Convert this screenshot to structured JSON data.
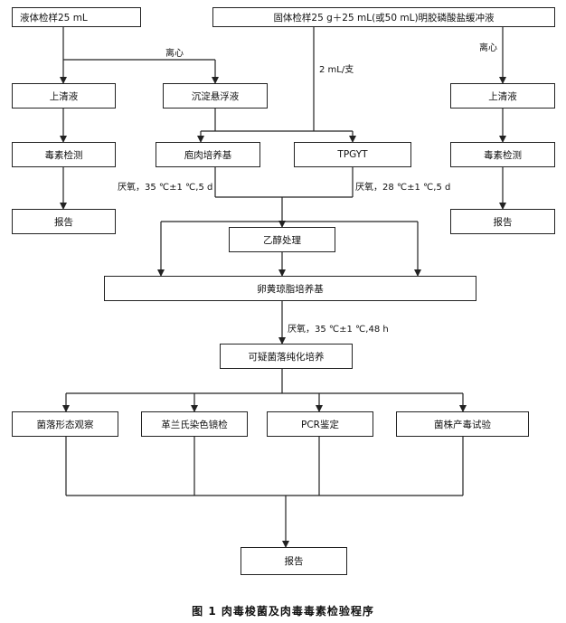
{
  "boxes": {
    "liquid_sample": "液体检样25 mL",
    "solid_sample": "固体检样25 g＋25 mL(或50 mL)明胶磷酸盐缓冲液",
    "supernatant_left": "上清液",
    "sediment": "沉淀悬浮液",
    "supernatant_right": "上清液",
    "toxin_left": "毒素检测",
    "cooked_meat": "庖肉培养基",
    "tpgyt": "TPGYT",
    "toxin_right": "毒素检测",
    "report_left": "报告",
    "ethanol": "乙醇处理",
    "report_right": "报告",
    "egg_yolk": "卵黄琼脂培养基",
    "suspect_colony": "可疑菌落纯化培养",
    "colony_morph": "菌落形态观察",
    "gram_stain": "革兰氏染色镜检",
    "pcr": "PCR鉴定",
    "toxin_test": "菌株产毒试验",
    "report_bottom": "报告"
  },
  "labels": {
    "centrifuge_left": "离心",
    "centrifuge_right": "离心",
    "inoculum": "2 mL/支",
    "anaerobic_cooked": "厌氧，35 ℃±1 ℃,5 d",
    "anaerobic_tpgyt": "厌氧，28 ℃±1 ℃,5 d",
    "anaerobic_egg": "厌氧，35 ℃±1 ℃,48 h"
  },
  "caption": "图 1   肉毒梭菌及肉毒毒素检验程序"
}
